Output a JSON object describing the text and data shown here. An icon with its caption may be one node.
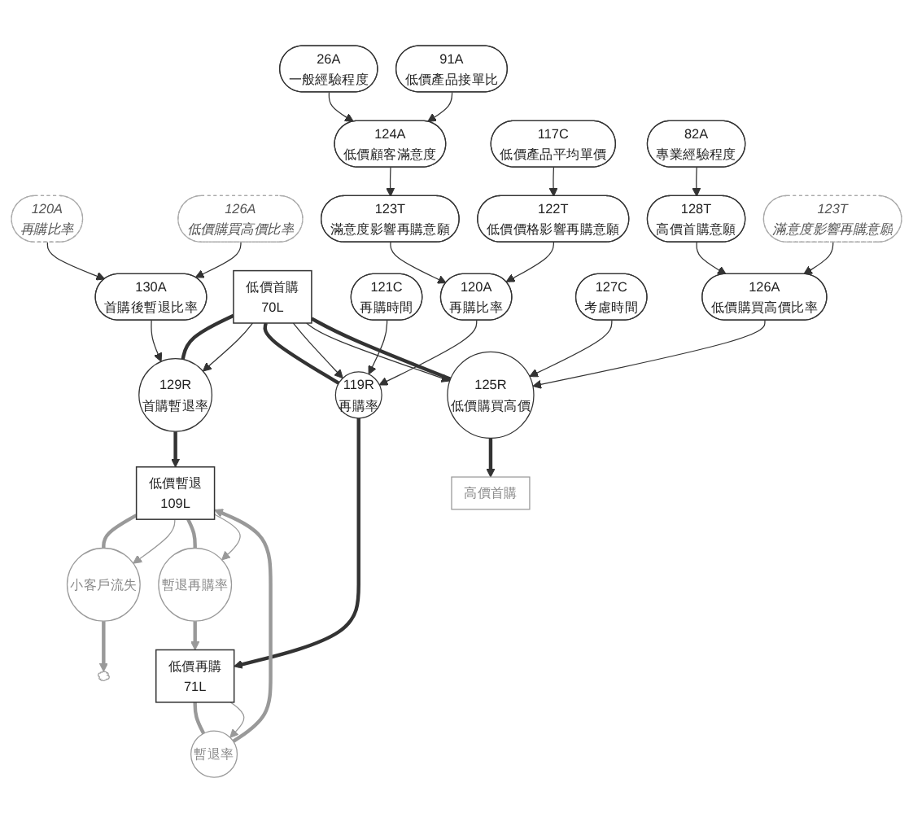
{
  "diagram": {
    "nodes": [
      {
        "text": [
          "120A",
          "再購比率"
        ]
      },
      {
        "text": [
          "126A",
          "低價購買高價比率"
        ]
      },
      {
        "text": [
          "130A",
          "首購後暫退比率"
        ]
      },
      {
        "text": [
          "129R",
          "首購暫退率"
        ]
      },
      {
        "text": [
          "低價首購",
          "70L"
        ]
      },
      {
        "text": [
          "119R",
          "再購率"
        ]
      },
      {
        "text": [
          "低價再購",
          "71L"
        ]
      },
      {
        "text": [
          "暫退率"
        ]
      },
      {
        "text": [
          "低價暫退",
          "109L"
        ]
      },
      {
        "text": [
          "小客戶流失"
        ]
      },
      {
        "text": [],
        "shape": "cloud"
      },
      {
        "text": [
          "121C",
          "再購時間"
        ]
      },
      {
        "text": [
          "暫退再購率"
        ]
      },
      {
        "text": [
          "120A",
          "再購比率"
        ]
      },
      {
        "text": [
          "127C",
          "考慮時間"
        ]
      },
      {
        "text": [
          "123T",
          "滿意度影響再購意願"
        ]
      },
      {
        "text": [
          "123T",
          "滿意度影響再購意願"
        ]
      },
      {
        "text": [
          "122T",
          "低價價格影響再購意願"
        ]
      },
      {
        "text": [
          "126A",
          "低價購買高價比率"
        ]
      },
      {
        "text": [
          "125R",
          "低價購買高價"
        ]
      },
      {
        "text": [
          "124A",
          "低價顧客滿意度"
        ]
      },
      {
        "text": [
          "26A",
          "一般經驗程度"
        ]
      },
      {
        "text": [
          "117C",
          "低價產品平均單價"
        ]
      },
      {
        "text": [
          "128T",
          "高價首購意願"
        ]
      },
      {
        "text": [
          "91A",
          "低價產品接單比"
        ]
      },
      {
        "text": [
          "82A",
          "專業經驗程度"
        ]
      },
      {
        "text": [
          "高價首購"
        ]
      }
    ],
    "edges": [
      {
        "from": 4,
        "to": 3,
        "arrow": "none",
        "style": "thick"
      },
      {
        "from": 3,
        "to": 8,
        "arrow": "to",
        "style": "thick"
      },
      {
        "from": 0,
        "to": 2,
        "arrow": "to"
      },
      {
        "from": 1,
        "to": 2,
        "arrow": "to"
      },
      {
        "from": 2,
        "to": 3,
        "arrow": "to"
      },
      {
        "from": 4,
        "to": 3,
        "arrow": "to"
      },
      {
        "from": 4,
        "to": 5,
        "arrow": "none",
        "style": "thick"
      },
      {
        "from": 5,
        "to": 6,
        "arrow": "to",
        "style": "thick"
      },
      {
        "from": 6,
        "to": 7,
        "arrow": "none",
        "style": "thick",
        "color": "#999999"
      },
      {
        "from": 7,
        "to": 8,
        "arrow": "to",
        "style": "thick",
        "color": "#999999"
      },
      {
        "from": 8,
        "to": 9,
        "arrow": "none",
        "style": "thick",
        "color": "#999999"
      },
      {
        "from": 9,
        "to": 10,
        "arrow": "to",
        "style": "thick",
        "color": "#999999"
      },
      {
        "from": 4,
        "to": 5,
        "arrow": "to"
      },
      {
        "from": 6,
        "to": 7,
        "arrow": "to",
        "color": "#999999"
      },
      {
        "from": 8,
        "to": 9,
        "arrow": "to",
        "color": "#999999"
      },
      {
        "from": 8,
        "to": 12,
        "arrow": "none",
        "style": "thick",
        "color": "#999999"
      },
      {
        "from": 12,
        "to": 6,
        "arrow": "to",
        "style": "thick",
        "color": "#999999"
      },
      {
        "from": 8,
        "to": 12,
        "arrow": "to",
        "color": "#999999"
      },
      {
        "from": 11,
        "to": 5,
        "arrow": "to"
      },
      {
        "from": 13,
        "to": 5,
        "arrow": "to"
      },
      {
        "from": 16,
        "to": 13,
        "arrow": "to"
      },
      {
        "from": 17,
        "to": 13,
        "arrow": "to"
      },
      {
        "from": 22,
        "to": 17,
        "arrow": "to"
      },
      {
        "from": 20,
        "to": 16,
        "arrow": "to"
      },
      {
        "from": 21,
        "to": 20,
        "arrow": "to"
      },
      {
        "from": 24,
        "to": 20,
        "arrow": "to"
      },
      {
        "from": 15,
        "to": 18,
        "arrow": "to"
      },
      {
        "from": 23,
        "to": 18,
        "arrow": "to"
      },
      {
        "from": 25,
        "to": 23,
        "arrow": "to"
      },
      {
        "from": 18,
        "to": 19,
        "arrow": "to"
      },
      {
        "from": 14,
        "to": 19,
        "arrow": "to"
      },
      {
        "from": 4,
        "to": 19,
        "arrow": "to"
      },
      {
        "from": 4,
        "to": 19,
        "arrow": "none",
        "style": "thick"
      },
      {
        "from": 19,
        "to": 26,
        "arrow": "to",
        "style": "thick"
      }
    ]
  }
}
